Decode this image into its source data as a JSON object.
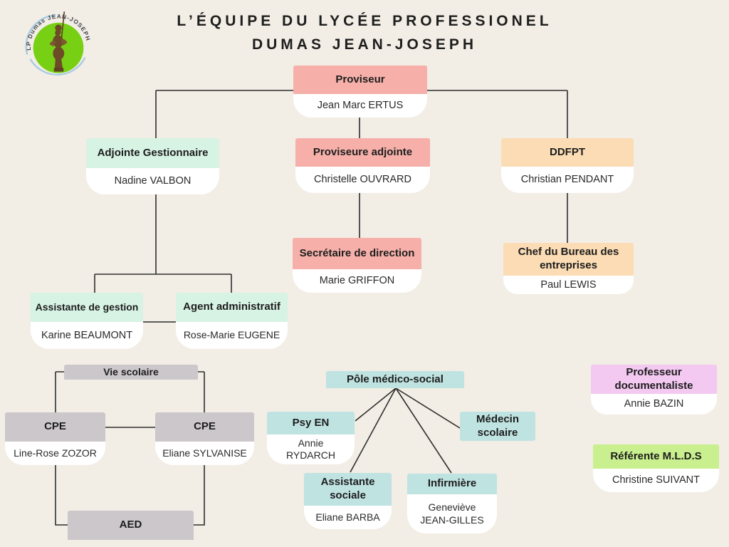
{
  "page": {
    "title_line1": "L’ÉQUIPE DU LYCÉE PROFESSIONEL",
    "title_line2": "DUMAS JEAN-JOSEPH"
  },
  "logo": {
    "arc_text": "LP Dumas JEAN-JOSEPH"
  },
  "colors": {
    "background": "#F2EDE5",
    "salmon": "#F6B0A9",
    "mint": "#D7F3E4",
    "peach": "#FBDCB4",
    "gray": "#CBC7CB",
    "teal": "#BFE3E1",
    "violet": "#F3C8F1",
    "lime": "#C9EF8E",
    "white": "#FFFFFF",
    "line": "#2E2E2E",
    "logo_green": "#77D013"
  },
  "nodes": {
    "proviseur": {
      "role": "Proviseur",
      "name": "Jean Marc ERTUS"
    },
    "adjointe_gestionnaire": {
      "role": "Adjointe Gestionnaire",
      "name": "Nadine VALBON"
    },
    "proviseure_adjointe": {
      "role": "Proviseure adjointe",
      "name": "Christelle OUVRARD"
    },
    "ddfpt": {
      "role": "DDFPT",
      "name": "Christian PENDANT"
    },
    "secretaire_direction": {
      "role": "Secrétaire de direction",
      "name": "Marie GRIFFON"
    },
    "chef_bureau_entreprises": {
      "role": "Chef du Bureau des entreprises",
      "name": "Paul LEWIS"
    },
    "assistante_gestion": {
      "role": "Assistante de gestion",
      "name": "Karine BEAUMONT"
    },
    "agent_administratif": {
      "role": "Agent administratif",
      "name": "Rose-Marie EUGENE"
    },
    "vie_scolaire": {
      "role": "Vie scolaire"
    },
    "cpe_left": {
      "role": "CPE",
      "name": "Line-Rose ZOZOR"
    },
    "cpe_right": {
      "role": "CPE",
      "name": "Eliane SYLVANISE"
    },
    "aed": {
      "role": "AED"
    },
    "pole_medico_social": {
      "role": "Pôle médico-social"
    },
    "psy_en": {
      "role": "Psy EN",
      "name": "Annie RYDARCH"
    },
    "medecin_scolaire": {
      "role": "Médecin scolaire"
    },
    "assistante_sociale": {
      "role": "Assistante sociale",
      "name": "Eliane BARBA"
    },
    "infirmiere": {
      "role": "Infirmière",
      "name": "Geneviève JEAN-GILLES"
    },
    "professeur_documentaliste": {
      "role": "Professeur documentaliste",
      "name": "Annie BAZIN"
    },
    "referente_mlds": {
      "role": "Référente M.L.D.S",
      "name": "Christine SUIVANT"
    }
  }
}
